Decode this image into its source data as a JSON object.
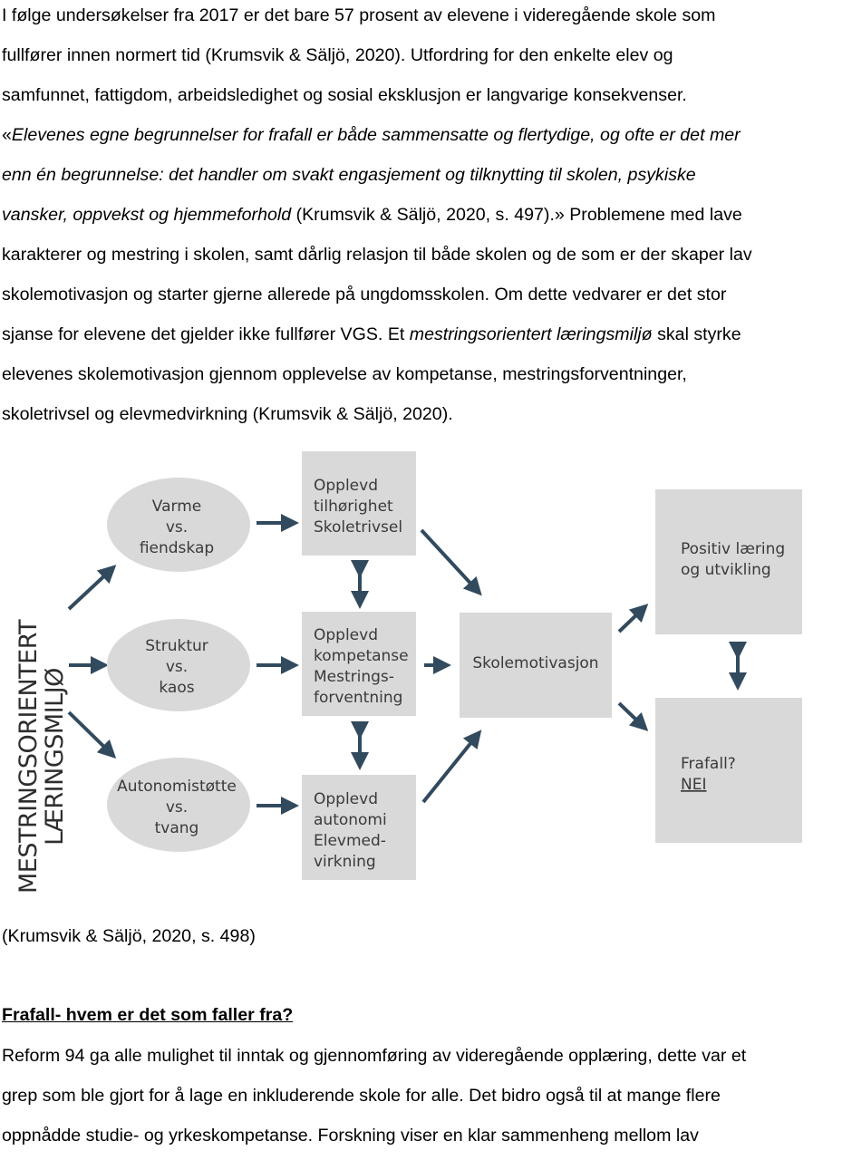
{
  "paragraph1": {
    "lines": [
      "I følge undersøkelser fra 2017 er det bare 57 prosent av elevene i videregående skole som",
      "fullfører innen normert tid (Krumsvik & Säljö, 2020). Utfordring for den enkelte elev og",
      "samfunnet, fattigdom, arbeidsledighet og sosial eksklusjon er langvarige konsekvenser."
    ],
    "line4_quote_open": "«",
    "line4_italic": "Elevenes egne begrunnelser for frafall er både sammensatte og flertydige, og  ofte er det mer",
    "line5_italic": "enn én begrunnelse: det handler om svakt engasjement og tilknytting til skolen, psykiske",
    "line6_italic": "vansker, oppvekst og hjemmeforhold",
    "line6_rest": " (Krumsvik & Säljö, 2020, s. 497).» Problemene med lave",
    "lines_b": [
      "karakterer og mestring i skolen, samt dårlig relasjon til både skolen og de som er der skaper lav",
      "skolemotivasjon og starter gjerne allerede på ungdomsskolen. Om dette vedvarer er det stor"
    ],
    "line10_start": "sjanse for elevene det gjelder ikke fullfører VGS. Et ",
    "line10_italic": "mestringsorientert læringsmiljø",
    "line10_end": " skal styrke",
    "lines_c": [
      "elevenes skolemotivasjon gjennom opplevelse av kompetanse, mestringsforventninger,",
      "skoletrivsel og elevmedvirkning (Krumsvik & Säljö, 2020)."
    ]
  },
  "diagram": {
    "side_label_1": "MESTRINGSORIENTERT",
    "side_label_2": "LÆRINGSMILJØ",
    "ellipses": [
      {
        "lines": [
          "Varme",
          "vs.",
          "fiendskap"
        ]
      },
      {
        "lines": [
          "Struktur",
          "vs.",
          "kaos"
        ]
      },
      {
        "lines": [
          "Autonomistøtte",
          "vs.",
          "tvang"
        ]
      }
    ],
    "boxes_mid": [
      {
        "lines": [
          "Opplevd",
          "tilhørighet",
          "Skoletrivsel"
        ]
      },
      {
        "lines": [
          "Opplevd",
          "kompetanse",
          "Mestrings-",
          "forventning"
        ]
      },
      {
        "lines": [
          "Opplevd",
          "autonomi",
          "Elevmed-",
          "virkning"
        ]
      }
    ],
    "center_box": "Skolemotivasjon",
    "outcome_top": [
      "Positiv læring",
      "og utvikling"
    ],
    "outcome_bottom_1": "Frafall?",
    "outcome_bottom_2": "NEI",
    "colors": {
      "node_fill": "#d9d9d9",
      "arrow": "#324a5e",
      "text": "#3a3a3a"
    }
  },
  "caption": "(Krumsvik & Säljö, 2020, s. 498)",
  "section_heading": "Frafall- hvem er det som faller fra?",
  "paragraph2": {
    "lines": [
      "Reform 94 ga alle mulighet til inntak og gjennomføring av videregående opplæring, dette var et",
      "grep som ble gjort for å lage en inkluderende skole for alle. Det bidro også til at mange flere",
      "oppnådde studie- og yrkeskompetanse. Forskning viser en klar sammenheng mellom lav"
    ]
  }
}
